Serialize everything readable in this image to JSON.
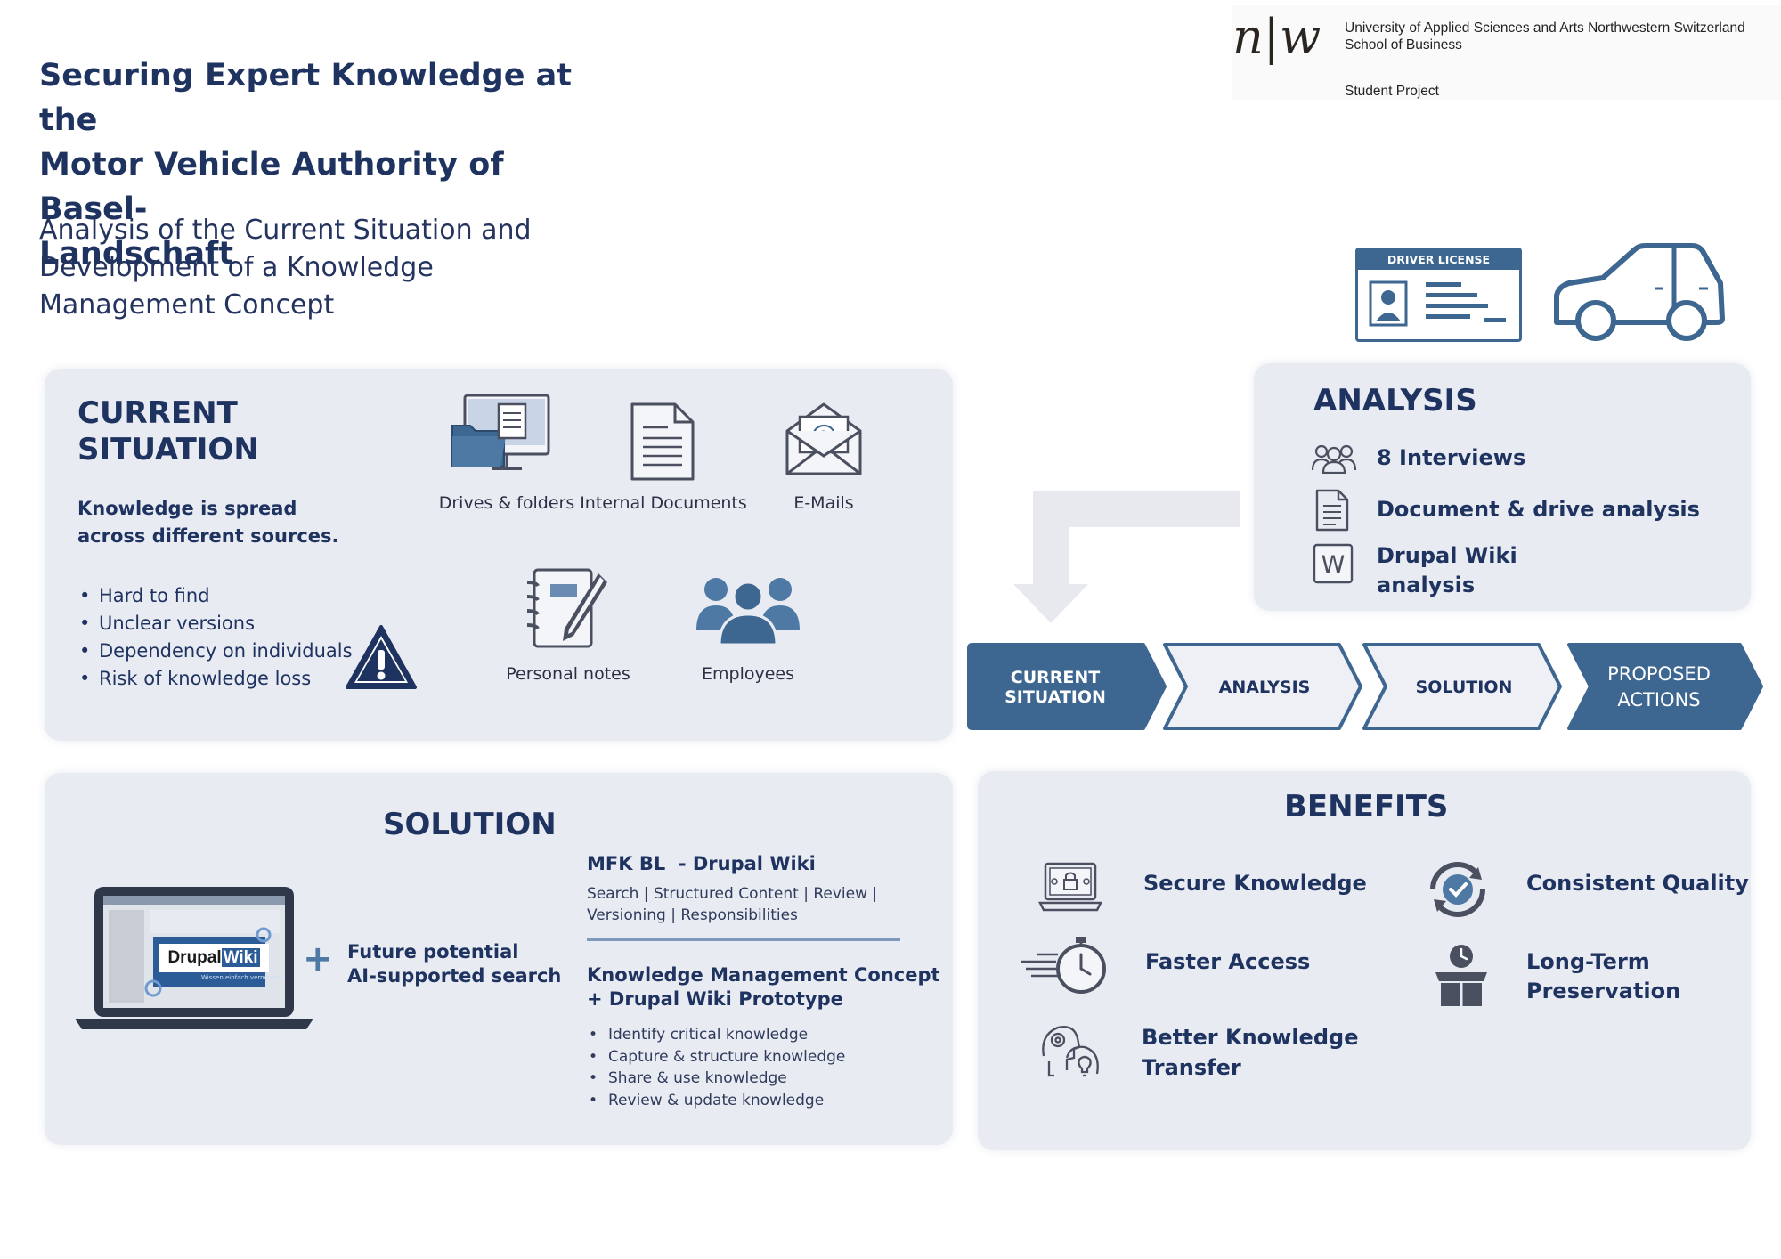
{
  "header": {
    "logo_mark": "n|w",
    "institution_line1": "University of Applied Sciences and Arts Northwestern Switzerland",
    "institution_line2": "School of Business",
    "project_type": "Student Project"
  },
  "title": {
    "line1": "Securing Expert Knowledge at the",
    "line2": "Motor Vehicle Authority of Basel-",
    "line3": "Landschaft"
  },
  "subtitle": {
    "line1": "Analysis of the Current Situation and",
    "line2": "Development of a Knowledge",
    "line3": "Management Concept"
  },
  "license_card": {
    "header": "DRIVER LICENSE"
  },
  "current_situation": {
    "heading_line1": "CURRENT",
    "heading_line2": "SITUATION",
    "lead_line1": "Knowledge is spread",
    "lead_line2": "across different sources.",
    "bullets": [
      "Hard to find",
      "Unclear versions",
      "Dependency on individuals",
      "Risk of knowledge loss"
    ],
    "sources": {
      "drives": "Drives & folders",
      "documents": "Internal Documents",
      "emails": "E-Mails",
      "notes": "Personal notes",
      "employees": "Employees"
    }
  },
  "analysis": {
    "heading": "ANALYSIS",
    "items": {
      "interviews": "8 Interviews",
      "docs": "Document & drive analysis",
      "wiki_line1": "Drupal Wiki",
      "wiki_line2": "analysis"
    }
  },
  "process": {
    "step1_line1": "CURRENT",
    "step1_line2": "SITUATION",
    "step2": "ANALYSIS",
    "step3": "SOLUTION",
    "step4_line1": "PROPOSED",
    "step4_line2": "ACTIONS"
  },
  "solution": {
    "heading": "SOLUTION",
    "laptop_brand_a": "Drupal",
    "laptop_brand_b": "Wiki",
    "laptop_tagline": "Wissen einfach vernetzen",
    "plus": "+",
    "future_line1": "Future potential",
    "future_line2": "AI-supported search",
    "wiki_title": "MFK BL  - Drupal Wiki",
    "wiki_features_line1": "Search | Structured Content | Review |",
    "wiki_features_line2": "Versioning | Responsibilities",
    "concept_line1": "Knowledge Management Concept",
    "concept_line2": "+ Drupal Wiki Prototype",
    "concept_bullets": [
      "Identify critical knowledge",
      "Capture & structure knowledge",
      "Share & use knowledge",
      "Review & update knowledge"
    ]
  },
  "benefits": {
    "heading": "BENEFITS",
    "secure": "Secure Knowledge",
    "consistent": "Consistent Quality",
    "faster": "Faster Access",
    "longterm_line1": "Long-Term",
    "longterm_line2": "Preservation",
    "transfer_line1": "Better Knowledge",
    "transfer_line2": "Transfer"
  },
  "colors": {
    "navy": "#1f3360",
    "steel_blue": "#3d6690",
    "panel_bg": "#e9ebf2",
    "icon_gray": "#4a5060"
  }
}
